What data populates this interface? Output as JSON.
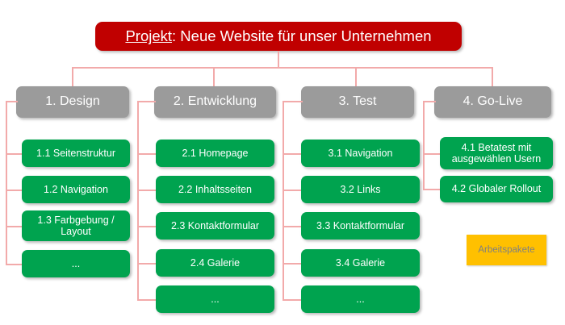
{
  "diagram": {
    "root": {
      "underlined_text": "Projekt",
      "rest_text": ": Neue Website für unser Unternehmen"
    },
    "legend": {
      "label": "Arbeitspakete",
      "color": "#ffc000"
    },
    "colors": {
      "root": "#c00000",
      "phase": "#9b9b9b",
      "package": "#00a34f",
      "connector": "#f2aaaa",
      "legend": "#ffc000",
      "legend_text": "#808080",
      "background": "#ffffff"
    },
    "columns": [
      {
        "phase": "1. Design",
        "packages": [
          "1.1 Seitenstruktur",
          "1.2 Navigation",
          "1.3 Farbgebung / Layout",
          "..."
        ]
      },
      {
        "phase": "2. Entwicklung",
        "packages": [
          "2.1 Homepage",
          "2.2 Inhaltsseiten",
          "2.3 Kontaktformular",
          "2.4 Galerie",
          "..."
        ]
      },
      {
        "phase": "3. Test",
        "packages": [
          "3.1 Navigation",
          "3.2 Links",
          "3.3 Kontaktformular",
          "3.4 Galerie",
          "..."
        ]
      },
      {
        "phase": "4. Go-Live",
        "packages": [
          "4.1 Betatest mit ausgewählen Usern",
          "4.2 Globaler Rollout"
        ]
      }
    ]
  }
}
